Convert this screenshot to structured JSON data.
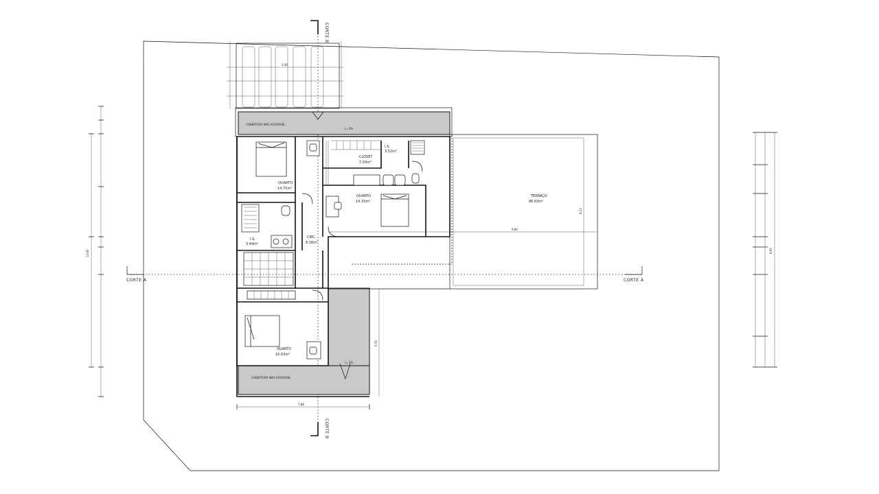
{
  "rooms": {
    "quarto_1": {
      "name": "QUARTO",
      "area": "14.75m²"
    },
    "quarto_2": {
      "name": "QUARTO",
      "area": "14.33m²"
    },
    "quarto_3": {
      "name": "QUARTO",
      "area": "16.63m²"
    },
    "closet": {
      "name": "CLOSET",
      "area": "7.03m²"
    },
    "is_1": {
      "name": "I.S.",
      "area": "3.52m²"
    },
    "is_2": {
      "name": "I.S.",
      "area": "3.49m²"
    },
    "circ": {
      "name": "CIRC.",
      "area": "8.36m²"
    },
    "terraco": {
      "name": "TERRAÇO",
      "area": "86.63m²"
    }
  },
  "roof": {
    "label_top": "COBERTURA NÃO ACESSÍVEL",
    "label_bottom": "COBERTURA NÃO ACESSÍVEL",
    "slope_top": "i= 2%",
    "slope_bottom": "i= 2%"
  },
  "sections": {
    "a_left": "CORTE A",
    "a_right": "CORTE A",
    "b_top": "CORTE B",
    "b_bottom": "CORTE B"
  },
  "dimensions": {
    "bottom_total": "7.86",
    "terrace_width": "9.80",
    "terrace_height": "8.13",
    "left_total": "13.83",
    "right_total": "8.65",
    "pergola_width": "3.40",
    "mid_vertical": "5.70"
  }
}
